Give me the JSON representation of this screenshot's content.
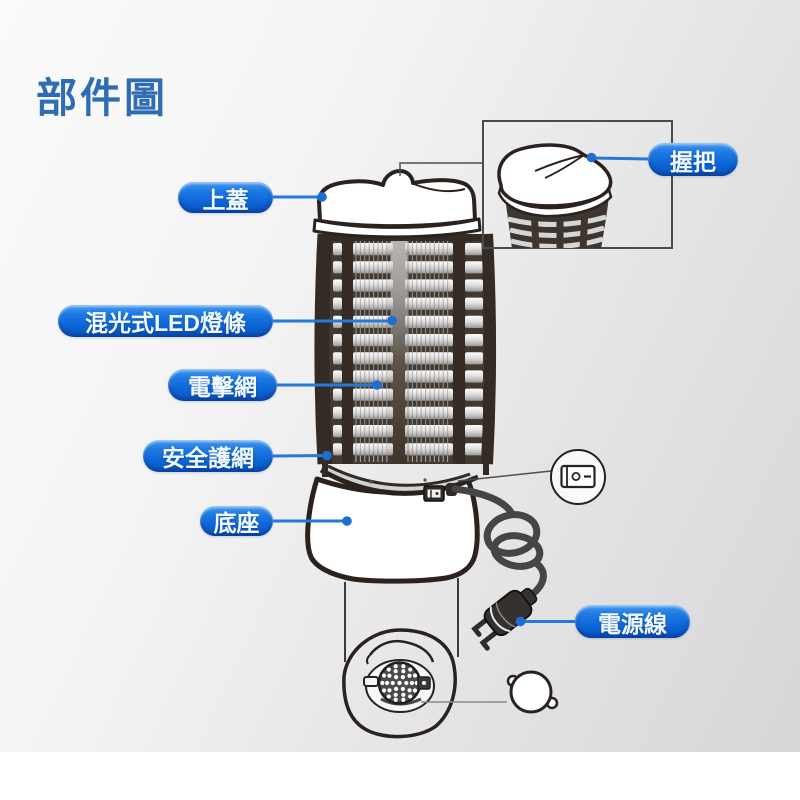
{
  "title": "部件圖",
  "labels": {
    "top_cover": "上蓋",
    "handle": "握把",
    "led_strip": "混光式LED燈條",
    "electric_grid": "電擊網",
    "safety_mesh": "安全護網",
    "base": "底座",
    "power_cord": "電源線"
  },
  "icons": {
    "power_switch": "rocker-switch-icon"
  },
  "colors": {
    "title_text": "#2e6db6",
    "label_pill_blue": "#0d63d5",
    "callout_line_blue": "#2579da",
    "line_art_dark": "#2b221e",
    "background_gray": "#d7d7d8"
  }
}
